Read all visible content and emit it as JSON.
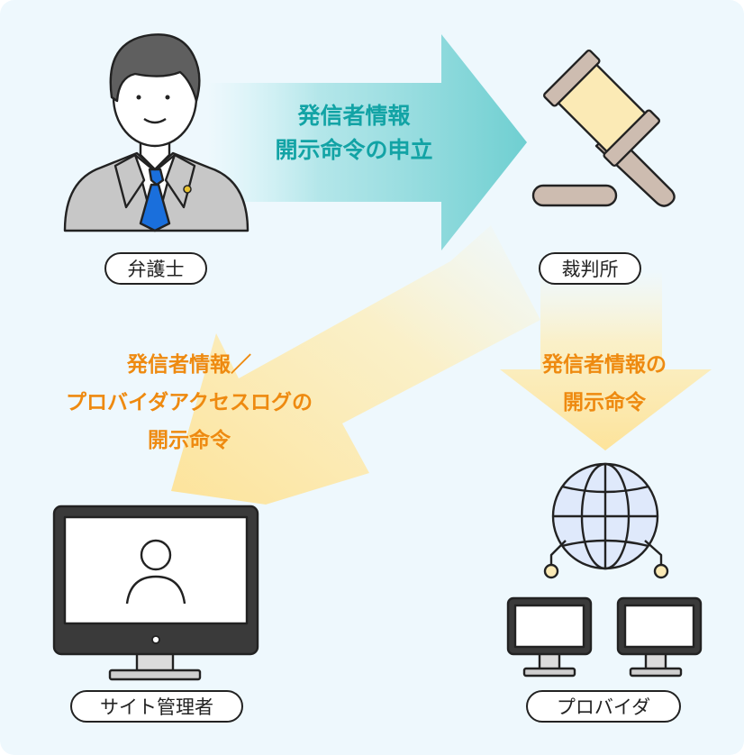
{
  "nodes": {
    "lawyer": {
      "label": "弁護士"
    },
    "court": {
      "label": "裁判所"
    },
    "site_admin": {
      "label": "サイト管理者"
    },
    "provider": {
      "label": "プロバイダ"
    }
  },
  "arrows": {
    "petition": {
      "line1": "発信者情報",
      "line2": "開示命令の申立",
      "color": "#12a3a5"
    },
    "order_site": {
      "line1": "発信者情報／",
      "line2": "プロバイダアクセスログの",
      "line3": "開示命令",
      "color": "#ee8a10"
    },
    "order_provider": {
      "line1": "発信者情報の",
      "line2": "開示命令",
      "color": "#ee8a10"
    }
  },
  "colors": {
    "background": "#eef8fd",
    "arrow_teal": "#7fd3d4",
    "arrow_orange": "#fde8a6",
    "tie": "#1a6fdc",
    "suit": "#c7c7c7",
    "gavel_head": "#fbeab5",
    "gavel_wood": "#cdbcb0",
    "globe": "#dfe9fb"
  }
}
